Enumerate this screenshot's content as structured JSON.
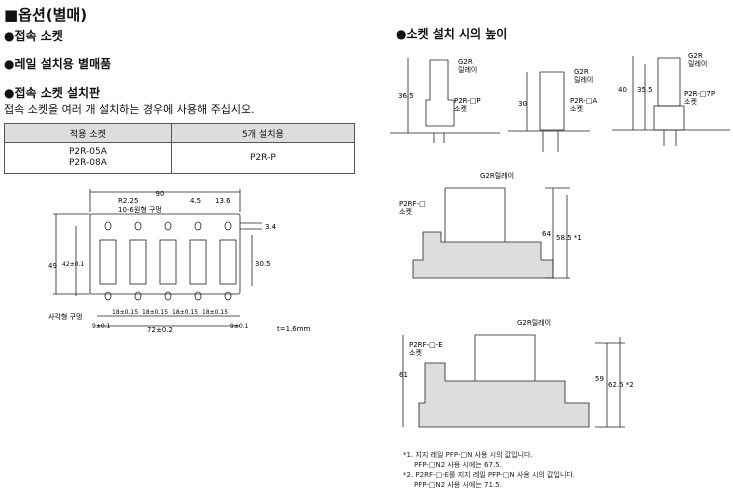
{
  "title": "■옵션(별매)",
  "sections": {
    "socket": "●접속 소켓",
    "rail": "●레일 설치용 별매품",
    "plate": "●접속 소켓 설치판",
    "height": "●소켓 설치 시의 높이"
  },
  "plate_desc": "접속 소켓을 여러 개 설치하는 경우에 사용해 주십시오.",
  "table": {
    "headers": [
      "적용 소켓",
      "5개 설치용"
    ],
    "row": {
      "sockets_line1": "P2R-05A",
      "sockets_line2": "P2R-08A",
      "model": "P2R-P"
    }
  },
  "plate_drawing": {
    "dim_90": "90",
    "r225": "R2.25",
    "holes": "10-6원형 구멍",
    "dim_45": "4.5",
    "dim_136": "13.6",
    "dim_34": "3.4",
    "dim_49": "49",
    "dim_42": "42±0.1",
    "dim_305": "30.5",
    "square_hole": "사각형 구멍",
    "dim_9a": "9±0.1",
    "pitch1": "18±0.15",
    "pitch2": "18±0.15",
    "pitch3": "18±0.15",
    "pitch4": "18±0.15",
    "dim_72": "72±0.2",
    "dim_9b": "9±0.1",
    "thickness": "t=1.6mm"
  },
  "heights": {
    "a": {
      "relay": "G2R\n릴레이",
      "socket": "P2R-□P\n소켓",
      "dim": "36.5"
    },
    "b": {
      "relay": "G2R\n릴레이",
      "socket": "P2R-□A\n소켓",
      "dim": "30"
    },
    "c": {
      "relay": "G2R\n릴레이",
      "socket": "P2R-□7P\n소켓",
      "dim1": "40",
      "dim2": "35.5"
    },
    "d": {
      "relay": "G2R릴레이",
      "socket": "P2RF-□\n소켓",
      "dim1": "64",
      "dim2": "58.5 *1"
    },
    "e": {
      "relay": "G2R릴레이",
      "socket": "P2RF-□-E\n소켓",
      "dim1": "61",
      "dim2": "59",
      "dim3": "62.5 *2"
    }
  },
  "notes": {
    "n1a": "*1. 지지 레일 PFP-□N 사용 시의 값입니다.",
    "n1b": "PFP-□N2 사용 시에는 67.5.",
    "n2a": "*2. P2RF-□-E를 지지 레일 PFP-□N 사용 시의 값입니다.",
    "n2b": "PFP-□N2 사용 시에는 71.5."
  }
}
